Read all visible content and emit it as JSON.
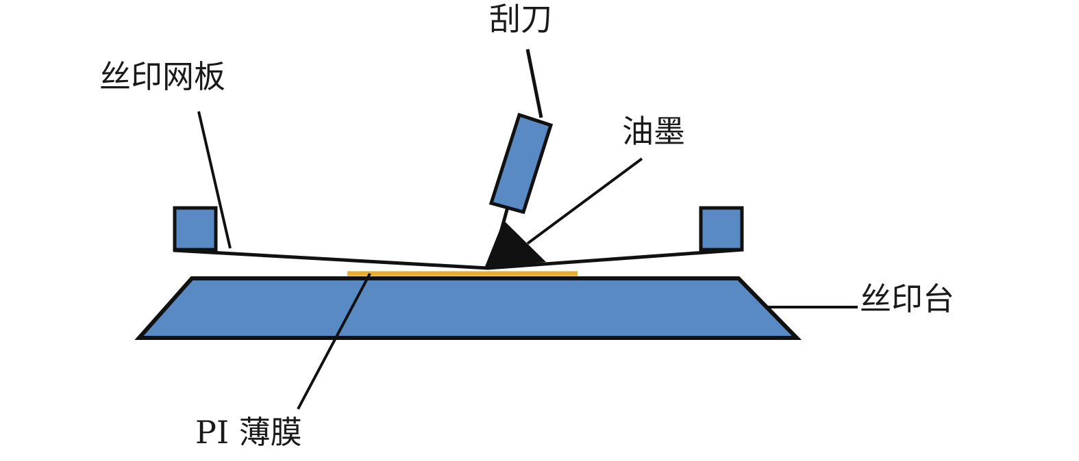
{
  "labels": {
    "squeegee": "刮刀",
    "screen": "丝印网板",
    "ink": "油墨",
    "stage": "丝印台",
    "film": "PI 薄膜"
  },
  "colors": {
    "blue": "#5a8ac3",
    "film": "#e6ae2e",
    "line": "#111111"
  }
}
